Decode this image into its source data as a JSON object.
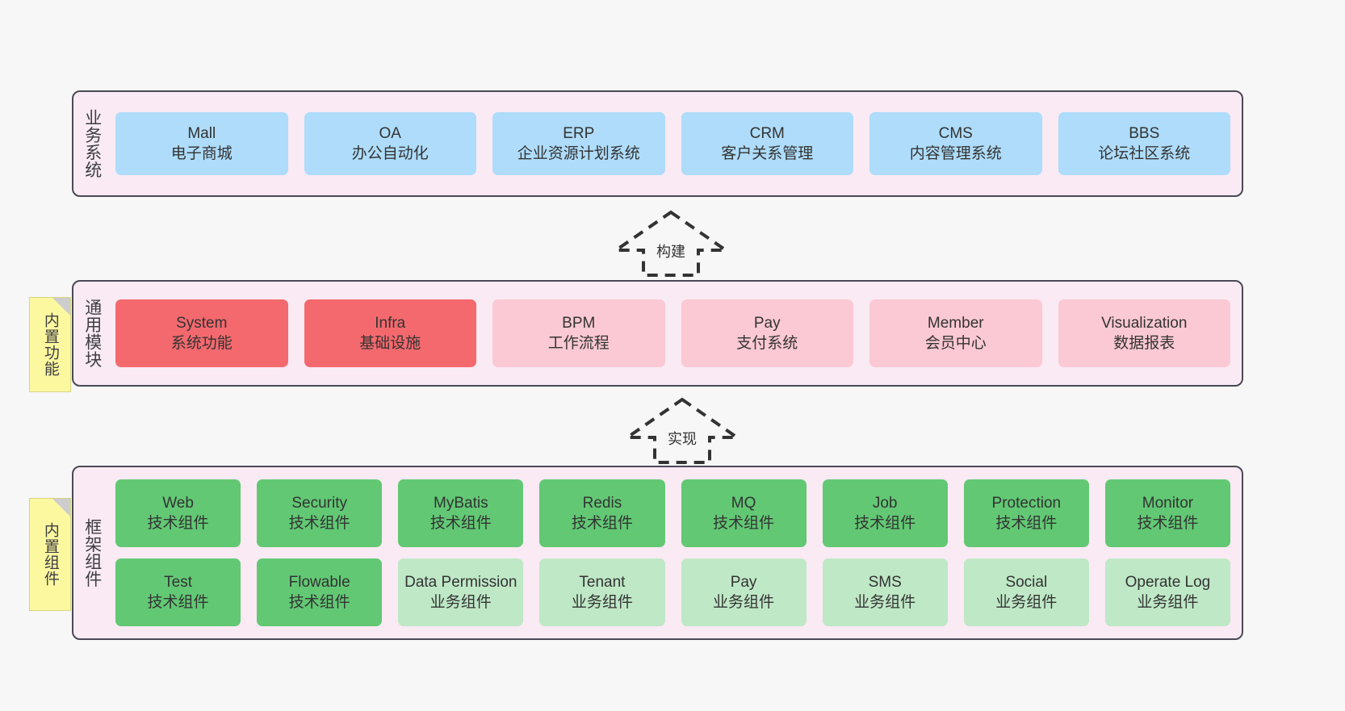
{
  "diagram": {
    "background_color": "#f7f7f7",
    "layer_fill": "#f9eaf4",
    "layer_border": "#4a4a55"
  },
  "notes": [
    {
      "id": "builtin-function",
      "text": "内置功能",
      "color": "#fcf8a0"
    },
    {
      "id": "builtin-component",
      "text": "内置组件",
      "color": "#fcf8a0"
    }
  ],
  "arrows": [
    {
      "id": "build",
      "label": "构建",
      "style": "dashed-block-arrow-up"
    },
    {
      "id": "implement",
      "label": "实现",
      "style": "dashed-block-arrow-up"
    }
  ],
  "layers": [
    {
      "id": "business-system",
      "title": "业务系统",
      "card_color": "#aedcfa",
      "rows": [
        {
          "cards": [
            {
              "name": "Mall",
              "desc": "电子商城"
            },
            {
              "name": "OA",
              "desc": "办公自动化"
            },
            {
              "name": "ERP",
              "desc": "企业资源计划系统"
            },
            {
              "name": "CRM",
              "desc": "客户关系管理"
            },
            {
              "name": "CMS",
              "desc": "内容管理系统"
            },
            {
              "name": "BBS",
              "desc": "论坛社区系统"
            }
          ]
        }
      ]
    },
    {
      "id": "common-modules",
      "title": "通用模块",
      "rows": [
        {
          "cards": [
            {
              "name": "System",
              "desc": "系统功能",
              "color": "#f4696e"
            },
            {
              "name": "Infra",
              "desc": "基础设施",
              "color": "#f4696e"
            },
            {
              "name": "BPM",
              "desc": "工作流程",
              "color": "#fbc9d3"
            },
            {
              "name": "Pay",
              "desc": "支付系统",
              "color": "#fbc9d3"
            },
            {
              "name": "Member",
              "desc": "会员中心",
              "color": "#fbc9d3"
            },
            {
              "name": "Visualization",
              "desc": "数据报表",
              "color": "#fbc9d3"
            }
          ]
        }
      ]
    },
    {
      "id": "framework-components",
      "title": "框架组件",
      "rows": [
        {
          "cards": [
            {
              "name": "Web",
              "desc": "技术组件",
              "color": "#62c874"
            },
            {
              "name": "Security",
              "desc": "技术组件",
              "color": "#62c874"
            },
            {
              "name": "MyBatis",
              "desc": "技术组件",
              "color": "#62c874"
            },
            {
              "name": "Redis",
              "desc": "技术组件",
              "color": "#62c874"
            },
            {
              "name": "MQ",
              "desc": "技术组件",
              "color": "#62c874"
            },
            {
              "name": "Job",
              "desc": "技术组件",
              "color": "#62c874"
            },
            {
              "name": "Protection",
              "desc": "技术组件",
              "color": "#62c874"
            },
            {
              "name": "Monitor",
              "desc": "技术组件",
              "color": "#62c874"
            }
          ]
        },
        {
          "cards": [
            {
              "name": "Test",
              "desc": "技术组件",
              "color": "#62c874"
            },
            {
              "name": "Flowable",
              "desc": "技术组件",
              "color": "#62c874"
            },
            {
              "name": "Data Permission",
              "desc": "业务组件",
              "color": "#bfe8c6",
              "wrap": true
            },
            {
              "name": "Tenant",
              "desc": "业务组件",
              "color": "#bfe8c6"
            },
            {
              "name": "Pay",
              "desc": "业务组件",
              "color": "#bfe8c6"
            },
            {
              "name": "SMS",
              "desc": "业务组件",
              "color": "#bfe8c6"
            },
            {
              "name": "Social",
              "desc": "业务组件",
              "color": "#bfe8c6"
            },
            {
              "name": "Operate Log",
              "desc": "业务组件",
              "color": "#bfe8c6"
            }
          ]
        }
      ]
    }
  ]
}
